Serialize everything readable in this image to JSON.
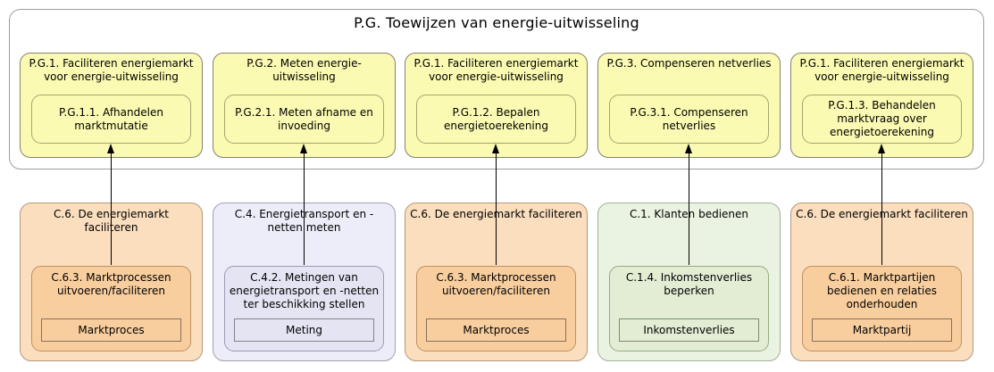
{
  "diagram_title": "P.G. Toewijzen van energie-uitwisseling",
  "colors": {
    "goal_fill": "#FAFAB2",
    "orange_fill": "#FBDEBD",
    "orange_inner_fill": "#F9CE9E",
    "lavender_fill": "#EDEDF9",
    "lavender_inner_fill": "#E4E4F3",
    "green_fill": "#EAF2E1",
    "green_inner_fill": "#E2EDD4",
    "frame_border": "#9e9e9e",
    "arrow_color": "#000000"
  },
  "columns": [
    {
      "goal": {
        "title": "P.G.1. Faciliteren energiemarkt\nvoor energie-uitwisseling",
        "subgoal": "P.G.1.1. Afhandelen\nmarktmutatie"
      },
      "capability": {
        "theme": "orange",
        "title": "C.6. De energiemarkt\nfaciliteren",
        "process": "C.6.3. Marktprocessen\nuitvoeren/faciliteren",
        "object": "Marktproces"
      }
    },
    {
      "goal": {
        "title": "P.G.2. Meten energie-\nuitwisseling",
        "subgoal": "P.G.2.1. Meten afname en\ninvoeding"
      },
      "capability": {
        "theme": "lavender",
        "title": "C.4. Energietransport en -\nnetten meten",
        "process": "C.4.2. Metingen van\nenergietransport en -netten\nter beschikking stellen",
        "object": "Meting"
      }
    },
    {
      "goal": {
        "title": "P.G.1. Faciliteren energiemarkt\nvoor energie-uitwisseling",
        "subgoal": "P.G.1.2. Bepalen\nenergietoerekening"
      },
      "capability": {
        "theme": "orange",
        "title": "C.6. De energiemarkt faciliteren",
        "process": "C.6.3. Marktprocessen\nuitvoeren/faciliteren",
        "object": "Marktproces"
      }
    },
    {
      "goal": {
        "title": "P.G.3. Compenseren netverlies",
        "subgoal": "P.G.3.1. Compenseren\nnetverlies"
      },
      "capability": {
        "theme": "green",
        "title": "C.1. Klanten bedienen",
        "process": "C.1.4. Inkomstenverlies\nbeperken",
        "object": "Inkomstenverlies"
      }
    },
    {
      "goal": {
        "title": "P.G.1. Faciliteren energiemarkt\nvoor energie-uitwisseling",
        "subgoal": "P.G.1.3. Behandelen\nmarktvraag over\nenergietoerekening"
      },
      "capability": {
        "theme": "orange",
        "title": "C.6. De energiemarkt faciliteren",
        "process": "C.6.1. Marktpartijen\nbedienen en relaties\nonderhouden",
        "object": "Marktpartij"
      }
    }
  ]
}
